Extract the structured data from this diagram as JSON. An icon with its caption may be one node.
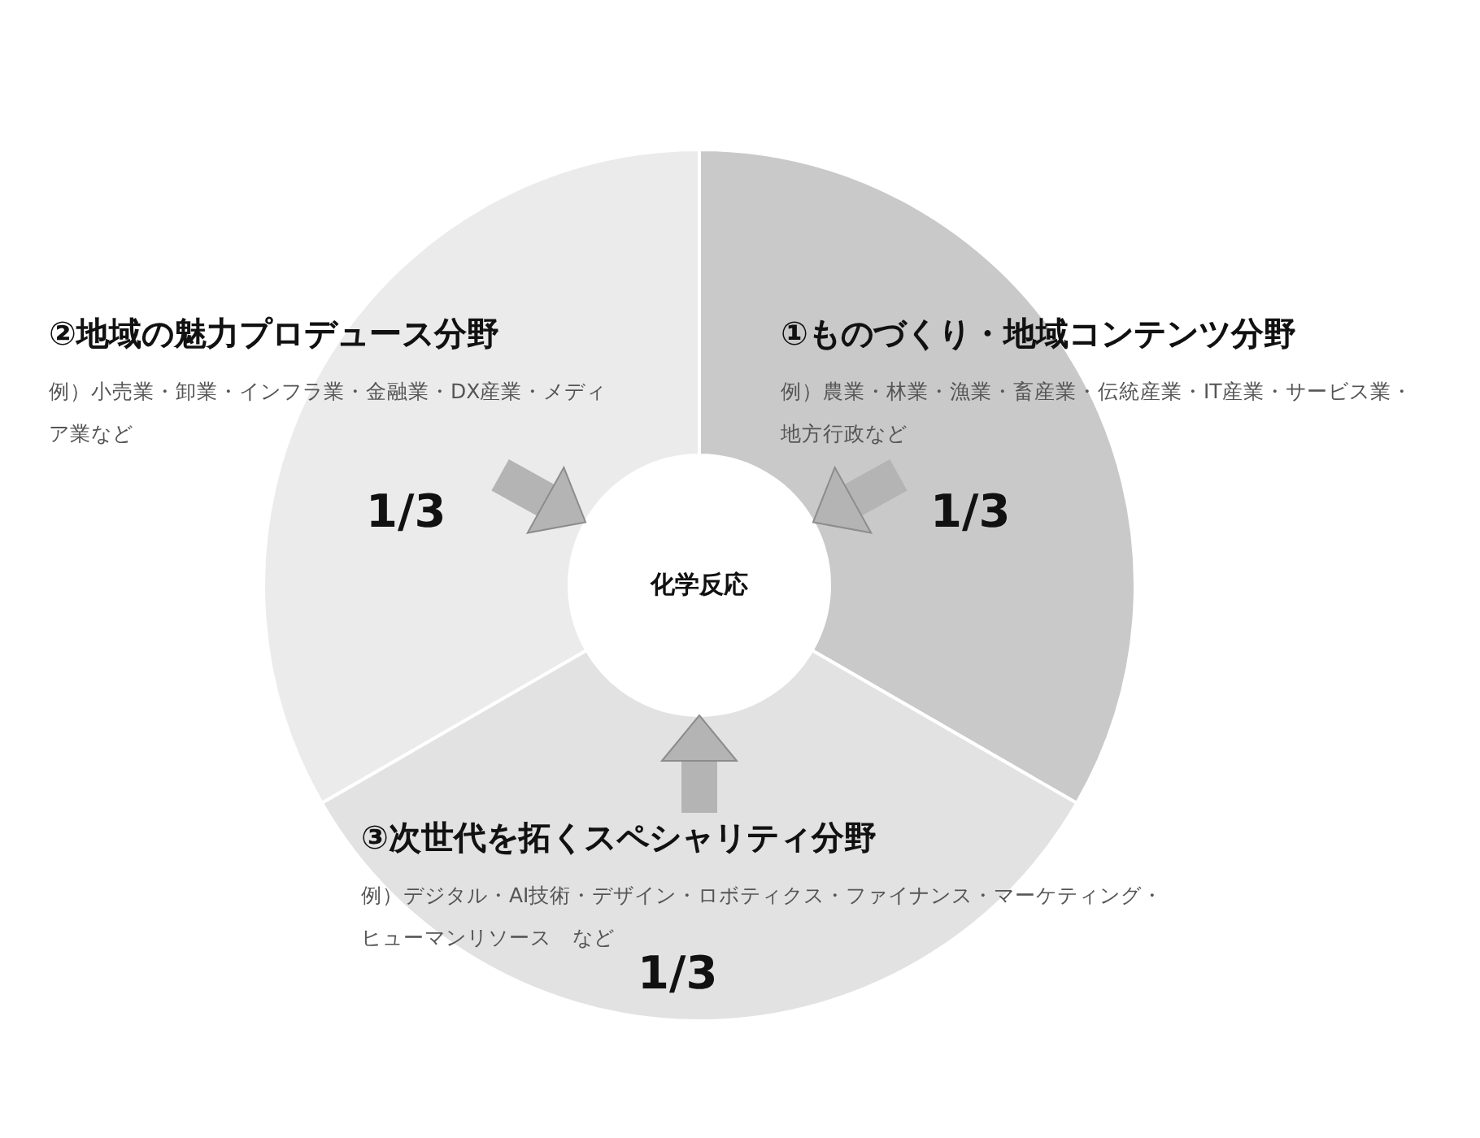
{
  "diagram": {
    "nodes": [
      {
        "text": [
          "②地域の魅力プロデュース分野",
          "例）小売業・卸業・インフラ業・金融業・DX産業・メディア業など",
          "1/3"
        ]
      },
      {
        "text": [
          "①ものづくり・地域コンテンツ分野",
          "例）農業・林業・漁業・畜産業・伝統産業・IT産業・サービス業・地方行政など",
          "1/3"
        ]
      },
      {
        "text": [
          "化学反応"
        ]
      },
      {
        "text": [
          "③次世代を拓くスペシャリティ分野",
          "例）デジタル・AI技術・デザイン・ロボティクス・ファイナンス・マーケティング・ヒューマンリソース　など",
          "1/3"
        ]
      }
    ],
    "edges": [
      {
        "from": 0,
        "to": 2,
        "arrow": "to"
      },
      {
        "from": 1,
        "to": 2,
        "arrow": "to"
      },
      {
        "from": 3,
        "to": 2,
        "arrow": "to"
      }
    ]
  }
}
